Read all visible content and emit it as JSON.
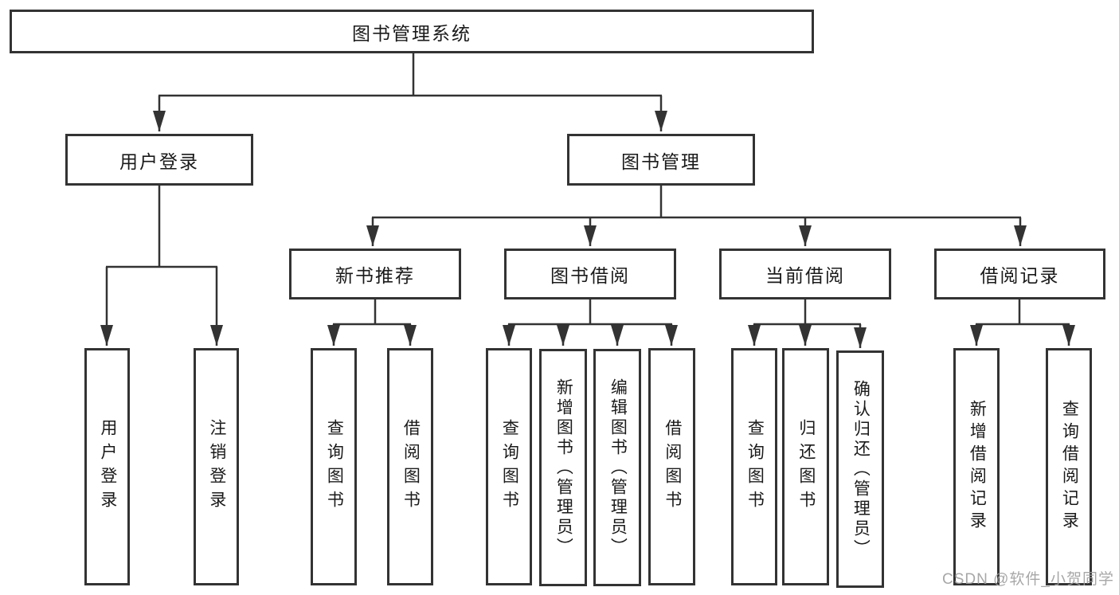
{
  "diagram_title": "图书管理系统",
  "tree": {
    "root": "图书管理系统",
    "branches": [
      {
        "label": "用户登录",
        "leaves": [
          "用户登录",
          "注销登录"
        ]
      },
      {
        "label": "图书管理",
        "children": [
          {
            "label": "新书推荐",
            "leaves": [
              "查询图书",
              "借阅图书"
            ]
          },
          {
            "label": "图书借阅",
            "leaves": [
              "查询图书",
              "新增图书（管理员）",
              "编辑图书（管理员）",
              "借阅图书"
            ]
          },
          {
            "label": "当前借阅",
            "leaves": [
              "查询图书",
              "归还图书",
              "确认归还（管理员）"
            ]
          },
          {
            "label": "借阅记录",
            "leaves": [
              "新增借阅记录",
              "查询借阅记录"
            ]
          }
        ]
      }
    ]
  },
  "watermark": "CSDN @软件_小贺同学",
  "colors": {
    "line": "#333333",
    "box_border": "#333333",
    "box_fill": "#ffffff",
    "text": "#1a1a1a",
    "watermark": "#9e9e9e",
    "background": "#ffffff"
  }
}
